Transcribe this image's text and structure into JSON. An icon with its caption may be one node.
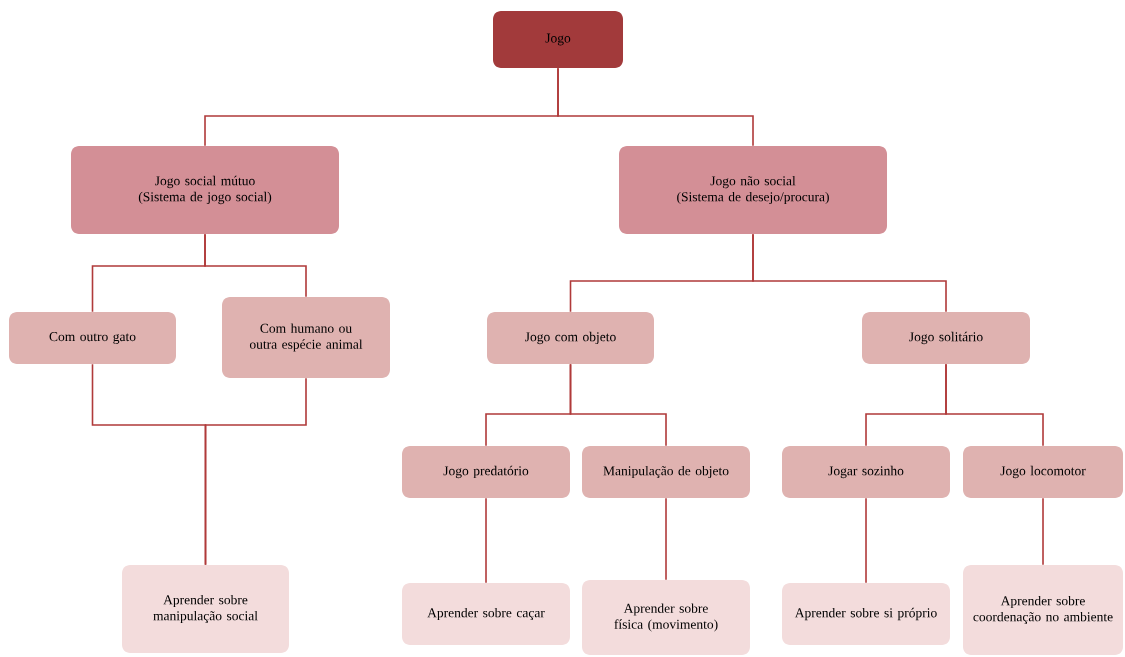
{
  "diagram": {
    "nodes": [
      {
        "text": [
          "Jogo"
        ]
      },
      {
        "text": [
          "Jogo social mútuo",
          "(Sistema de jogo social)"
        ]
      },
      {
        "text": [
          "Jogo não social",
          "(Sistema de desejo/procura)"
        ]
      },
      {
        "text": [
          "Com outro gato"
        ]
      },
      {
        "text": [
          "Com humano ou outra espécie animal"
        ]
      },
      {
        "text": [
          "Jogo com objeto"
        ]
      },
      {
        "text": [
          "Jogo solitário"
        ]
      },
      {
        "text": [
          "Aprender sobre manipulação social"
        ]
      },
      {
        "text": [
          "Jogo predatório"
        ]
      },
      {
        "text": [
          "Manipulação de objeto"
        ]
      },
      {
        "text": [
          "Jogar sozinho"
        ]
      },
      {
        "text": [
          "Jogo locomotor"
        ]
      },
      {
        "text": [
          "Aprender sobre caçar"
        ]
      },
      {
        "text": [
          "Aprender sobre física (movimento)"
        ]
      },
      {
        "text": [
          "Aprender sobre si próprio"
        ]
      },
      {
        "text": [
          "Aprender sobre coordenação no ambiente"
        ]
      }
    ],
    "edges": [
      {
        "from": 0,
        "to": 1,
        "arrow": "none"
      },
      {
        "from": 0,
        "to": 2,
        "arrow": "none"
      },
      {
        "from": 1,
        "to": 3,
        "arrow": "none"
      },
      {
        "from": 1,
        "to": 4,
        "arrow": "none"
      },
      {
        "from": 2,
        "to": 5,
        "arrow": "none"
      },
      {
        "from": 2,
        "to": 6,
        "arrow": "none"
      },
      {
        "from": 3,
        "to": 7,
        "arrow": "none"
      },
      {
        "from": 4,
        "to": 7,
        "arrow": "none"
      },
      {
        "from": 5,
        "to": 8,
        "arrow": "none"
      },
      {
        "from": 5,
        "to": 9,
        "arrow": "none"
      },
      {
        "from": 6,
        "to": 10,
        "arrow": "none"
      },
      {
        "from": 6,
        "to": 11,
        "arrow": "none"
      },
      {
        "from": 8,
        "to": 12,
        "arrow": "none"
      },
      {
        "from": 9,
        "to": 13,
        "arrow": "none"
      },
      {
        "from": 10,
        "to": 14,
        "arrow": "none"
      },
      {
        "from": 11,
        "to": 15,
        "arrow": "none"
      }
    ]
  }
}
